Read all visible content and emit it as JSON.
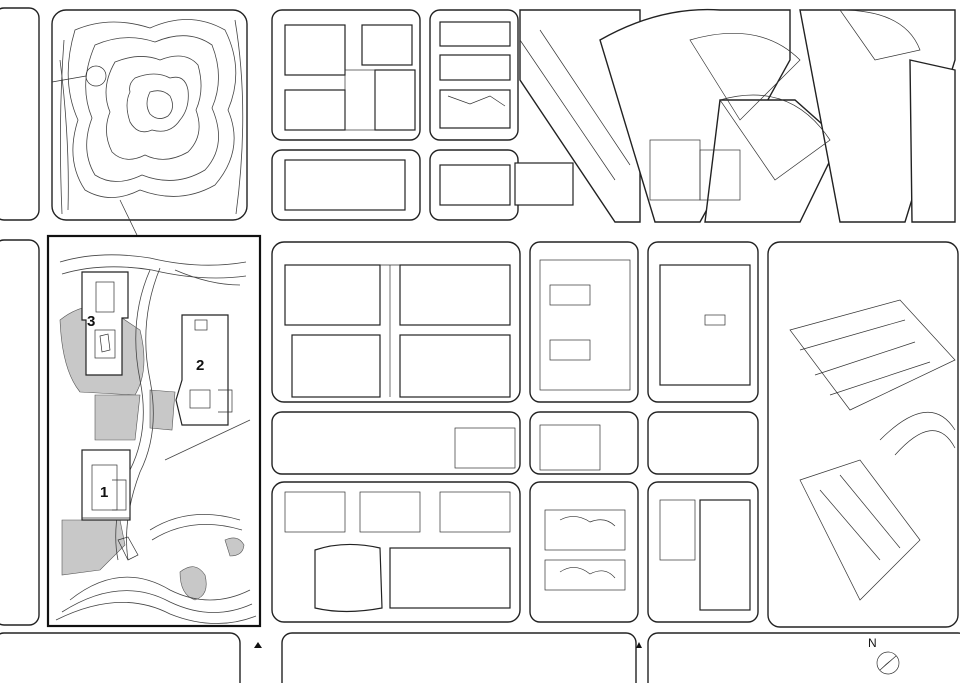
{
  "map": {
    "building_labels": [
      {
        "id": "building-1",
        "text": "1"
      },
      {
        "id": "building-2",
        "text": "2"
      },
      {
        "id": "building-3",
        "text": "3"
      }
    ],
    "north_arrow": {
      "label": "N"
    },
    "colors": {
      "line": "#222222",
      "ground": "#ffffff",
      "grey_fill": "#c8c8c8"
    }
  }
}
